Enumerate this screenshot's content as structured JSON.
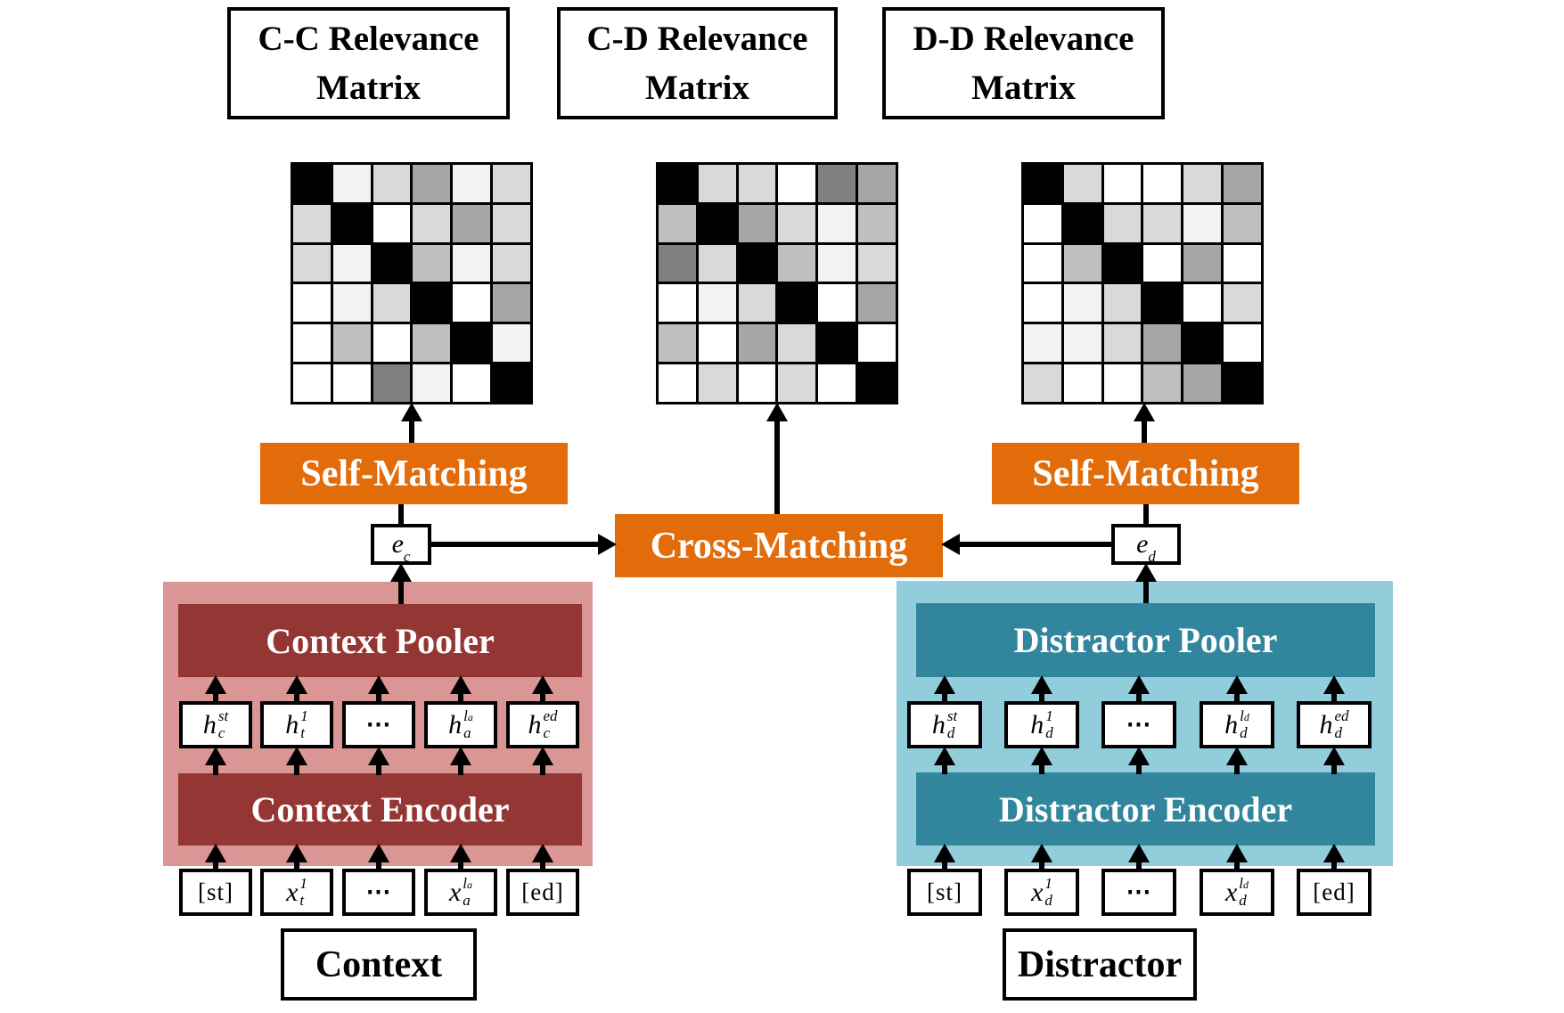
{
  "colors": {
    "orange": "#E36C0A",
    "dark_red": "#943634",
    "light_red": "#D99694",
    "teal": "#31859C",
    "light_blue": "#92CDDC",
    "grid": "#000000"
  },
  "palette": {
    "k": "#000000",
    "w": "#FFFFFF",
    "f": "#F2F2F2",
    "d": "#D9D9D9",
    "b": "#BFBFBF",
    "a": "#A6A6A6",
    "g": "#808080"
  },
  "relevance_matrices": [
    {
      "label": "C-C Relevance Matrix",
      "cells": [
        "k",
        "f",
        "d",
        "a",
        "f",
        "d",
        "d",
        "k",
        "w",
        "d",
        "a",
        "d",
        "d",
        "f",
        "k",
        "b",
        "f",
        "d",
        "w",
        "f",
        "d",
        "k",
        "w",
        "a",
        "w",
        "b",
        "w",
        "b",
        "k",
        "f",
        "w",
        "w",
        "g",
        "f",
        "w",
        "k"
      ]
    },
    {
      "label": "C-D Relevance Matrix",
      "cells": [
        "k",
        "d",
        "d",
        "w",
        "g",
        "a",
        "b",
        "k",
        "a",
        "d",
        "f",
        "b",
        "g",
        "d",
        "k",
        "b",
        "f",
        "d",
        "w",
        "f",
        "d",
        "k",
        "w",
        "a",
        "b",
        "w",
        "a",
        "d",
        "k",
        "w",
        "w",
        "d",
        "w",
        "d",
        "w",
        "k"
      ]
    },
    {
      "label": "D-D Relevance Matrix",
      "cells": [
        "k",
        "d",
        "w",
        "w",
        "d",
        "a",
        "w",
        "k",
        "d",
        "d",
        "f",
        "b",
        "w",
        "b",
        "k",
        "w",
        "a",
        "w",
        "w",
        "f",
        "d",
        "k",
        "w",
        "d",
        "f",
        "f",
        "d",
        "a",
        "k",
        "w",
        "d",
        "w",
        "w",
        "b",
        "a",
        "k"
      ]
    }
  ],
  "matching": {
    "self_left": "Self-Matching",
    "cross": "Cross-Matching",
    "self_right": "Self-Matching"
  },
  "embeddings": {
    "context": {
      "base": "e",
      "sub": "c"
    },
    "distractor": {
      "base": "e",
      "sub": "d"
    }
  },
  "context_branch": {
    "pooler": "Context Pooler",
    "encoder": "Context Encoder",
    "source": "Context",
    "hidden": [
      {
        "base": "h",
        "sup": "st",
        "sub": "c"
      },
      {
        "base": "h",
        "sup": "1",
        "sub": "t"
      },
      {
        "text": "⋯",
        "dots": true
      },
      {
        "base": "h",
        "sup": "l~a",
        "sub": "a"
      },
      {
        "base": "h",
        "sup": "ed",
        "sub": "c"
      }
    ],
    "inputs": [
      {
        "text": "[st]"
      },
      {
        "base": "x",
        "sup": "1",
        "sub": "t"
      },
      {
        "text": "⋯",
        "dots": true
      },
      {
        "base": "x",
        "sup": "l~a",
        "sub": "a"
      },
      {
        "text": "[ed]"
      }
    ]
  },
  "distractor_branch": {
    "pooler": "Distractor Pooler",
    "encoder": "Distractor Encoder",
    "source": "Distractor",
    "hidden": [
      {
        "base": "h",
        "sup": "st",
        "sub": "d"
      },
      {
        "base": "h",
        "sup": "1",
        "sub": "d"
      },
      {
        "text": "⋯",
        "dots": true
      },
      {
        "base": "h",
        "sup": "l~d",
        "sub": "d"
      },
      {
        "base": "h",
        "sup": "ed",
        "sub": "d"
      }
    ],
    "inputs": [
      {
        "text": "[st]"
      },
      {
        "base": "x",
        "sup": "1",
        "sub": "d"
      },
      {
        "text": "⋯",
        "dots": true
      },
      {
        "base": "x",
        "sup": "l~d",
        "sub": "d"
      },
      {
        "text": "[ed]"
      }
    ]
  }
}
